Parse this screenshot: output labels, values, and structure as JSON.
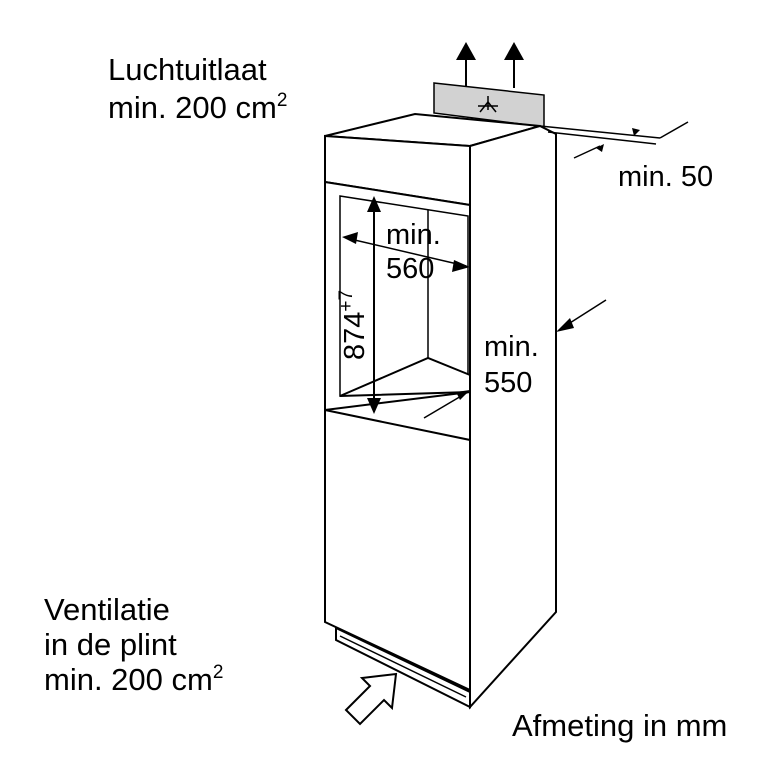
{
  "labels": {
    "air_outlet_title": "Luchtuitlaat",
    "air_outlet_min": "min. 200 cm",
    "air_outlet_exp": "2",
    "plinth_line1": "Ventilatie",
    "plinth_line2": "in de plint",
    "plinth_min": "min. 200 cm",
    "plinth_exp": "2",
    "dimensions_note": "Afmeting in mm"
  },
  "dimensions": {
    "rear_gap": "min. 50",
    "width_min_1": "min.",
    "width_min_2": "560",
    "depth_min_1": "min.",
    "depth_min_2": "550",
    "height_value": "874",
    "height_tolerance": "+7"
  },
  "icons": [
    "arrow-up-icon",
    "arrow-up-icon",
    "ventilation-grille-icon",
    "intake-arrow-icon"
  ]
}
